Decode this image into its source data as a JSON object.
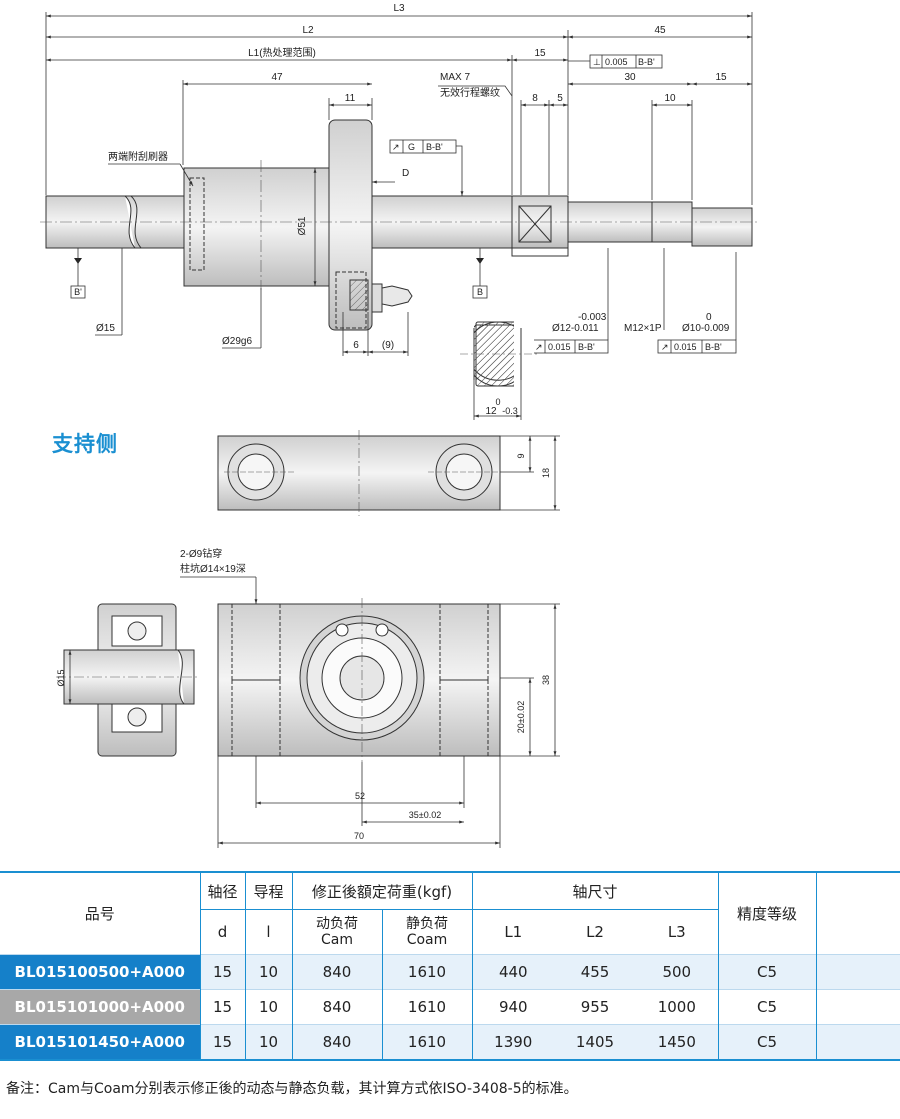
{
  "drawing": {
    "dim_L3": "L3",
    "dim_L2": "L2",
    "dim_45": "45",
    "dim_L1": "L1(热处理范围)",
    "dim_15a": "15",
    "tol_perp_value": "0.005",
    "tol_perp_datum": "B-B'",
    "dim_47": "47",
    "dim_max7": "MAX 7",
    "label_thread": "无效行程螺纹",
    "dim_30": "30",
    "dim_15b": "15",
    "dim_11": "11",
    "dim_8": "8",
    "dim_5": "5",
    "dim_10": "10",
    "label_wiper": "两端附刮刷器",
    "tol_runout_value": "G",
    "tol_runout_datum": "B-B'",
    "label_D": "D",
    "dim_phi51": "Ø51",
    "datum_B_prime": "B'",
    "datum_B": "B",
    "dim_phi15_shaft": "Ø15",
    "dim_phi29": "Ø29g6",
    "dim_6": "6",
    "dim_9": "(9)",
    "tol_upper_12": "-0.003",
    "dim_phi12": "Ø12-0.011",
    "label_m12": "M12×1P",
    "tol_upper_10": "0",
    "dim_phi10": "Ø10-0.009",
    "tol_run_12_value": "0.015",
    "tol_run_12_datum": "B-B'",
    "tol_run_10_value": "0.015",
    "tol_run_10_datum": "B-B'",
    "tol_12_upper": "0",
    "dim_12_width": "12",
    "tol_12_lower": "-0.3",
    "support_dim_9": "9",
    "support_dim_18": "18",
    "label_holes": "2-Ø9钻穿",
    "label_counterbore": "柱坑Ø14×19深",
    "support_dim_phi15": "Ø15",
    "support_dim_38": "38",
    "support_dim_20": "20±0.02",
    "support_dim_52": "52",
    "support_dim_35": "35±0.02",
    "support_dim_70": "70"
  },
  "section_title": "支持侧",
  "table": {
    "header": {
      "part_no": "品号",
      "shaft_dia": "轴径",
      "lead": "导程",
      "load": "修正後額定荷重(kgf)",
      "dims": "轴尺寸",
      "grade": "精度等级",
      "d": "d",
      "l": "l",
      "cam_line1": "动负荷",
      "cam_line2": "Cam",
      "coam_line1": "静负荷",
      "coam_line2": "Coam",
      "L1": "L1",
      "L2": "L2",
      "L3": "L3"
    },
    "rows": [
      {
        "part": "BL015100500+A000",
        "d": "15",
        "l": "10",
        "cam": "840",
        "coam": "1610",
        "L1": "440",
        "L2": "455",
        "L3": "500",
        "grade": "C5"
      },
      {
        "part": "BL015101000+A000",
        "d": "15",
        "l": "10",
        "cam": "840",
        "coam": "1610",
        "L1": "940",
        "L2": "955",
        "L3": "1000",
        "grade": "C5"
      },
      {
        "part": "BL015101450+A000",
        "d": "15",
        "l": "10",
        "cam": "840",
        "coam": "1610",
        "L1": "1390",
        "L2": "1405",
        "L3": "1450",
        "grade": "C5"
      }
    ]
  },
  "note": "备注：Cam与Coam分别表示修正後的动态与静态负载，其计算方式依ISO-3408-5的标准。",
  "colors": {
    "accent": "#1a8fd1",
    "row_highlight": "#1580c9",
    "row_grey": "#a8a8a8",
    "row_light": "#e6f1fa"
  }
}
